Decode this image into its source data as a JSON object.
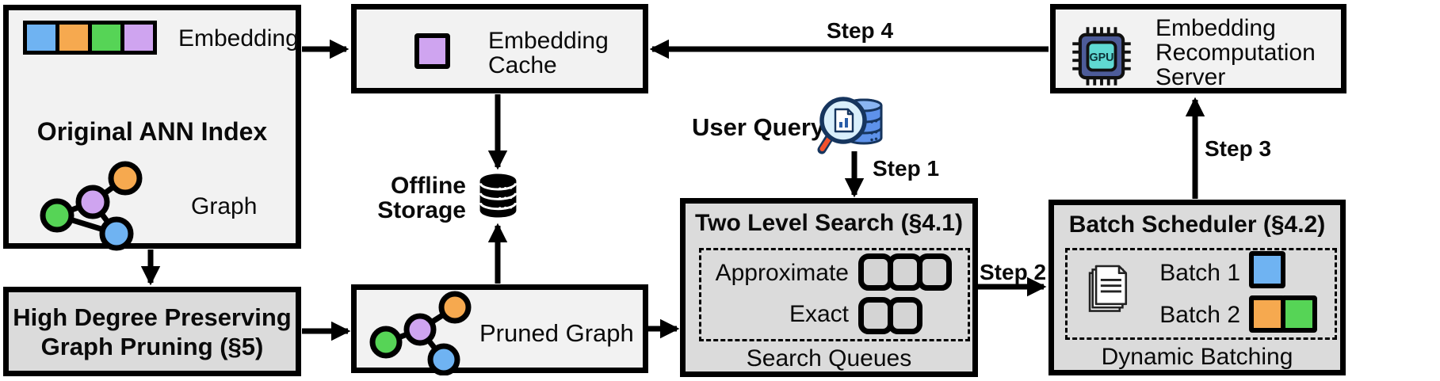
{
  "diagram": {
    "ann": {
      "title": "Original ANN Index",
      "embedding_label": "Embedding",
      "graph_label": "Graph"
    },
    "cache": {
      "lines": [
        "Embedding",
        "Cache"
      ]
    },
    "offline": {
      "lines": [
        "Offline",
        "Storage"
      ]
    },
    "query": {
      "label": "User Query"
    },
    "two": {
      "title": "Two Level Search (§4.1)",
      "approx_label": "Approximate",
      "exact_label": "Exact",
      "approx_queue_count": 3,
      "exact_queue_count": 2,
      "footer": "Search Queues"
    },
    "batch": {
      "title": "Batch Scheduler (§4.2)",
      "b1_label": "Batch 1",
      "b2_label": "Batch 2",
      "footer": "Dynamic Batching"
    },
    "server": {
      "lines": [
        "Embedding",
        "Recomputation",
        "Server"
      ],
      "gpu_label": "GPU"
    },
    "high": {
      "lines": [
        "High Degree Preserving",
        "Graph Pruning (§5)"
      ]
    },
    "pruned": {
      "label": "Pruned Graph"
    },
    "steps": {
      "s1": "Step 1",
      "s2": "Step 2",
      "s3": "Step 3",
      "s4": "Step 4"
    },
    "colors": {
      "node_blue": "#6FB3F2",
      "node_orange": "#F6A94F",
      "node_green": "#56D456",
      "node_purple": "#CFA4F0",
      "box_light": "#F2F2F2",
      "box_dark": "#DBDBDB",
      "gpu_chip": "#4D5C99",
      "gpu_core": "#5FD9D2",
      "query_db": "#5E92EA",
      "magnifier_handle": "#F4512C",
      "outline": "#000000"
    }
  }
}
